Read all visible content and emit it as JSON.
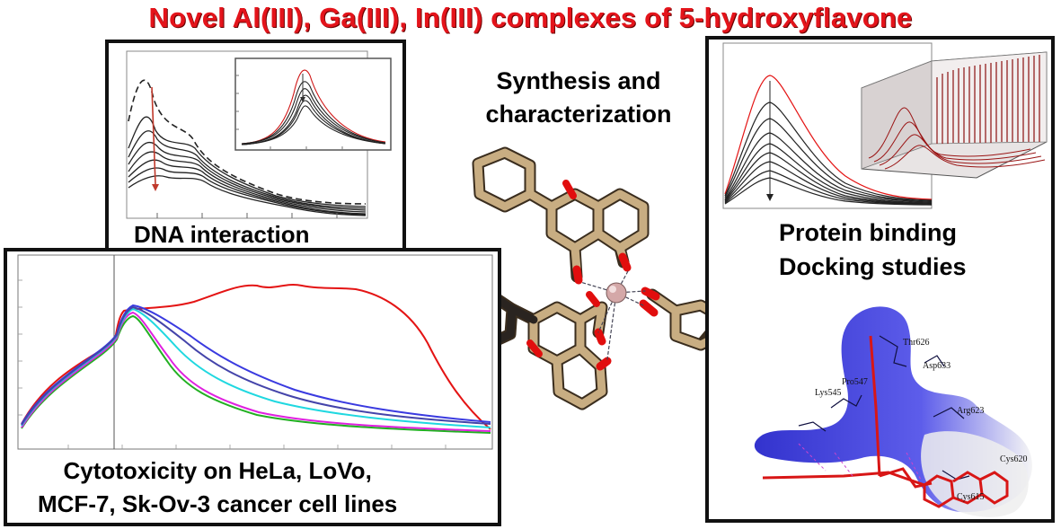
{
  "title": "Novel Al(III), Ga(III), In(III) complexes of 5-hydroxyflavone",
  "panels": {
    "dna": {
      "caption": "DNA interaction"
    },
    "synthesis": {
      "line1": "Synthesis and",
      "line2": "characterization"
    },
    "protein": {
      "line1": "Protein binding",
      "line2": "Docking studies",
      "residues": [
        "Thr626",
        "Asp633",
        "Pro547",
        "Lys545",
        "Arg623",
        "Cys620",
        "Cys615"
      ]
    },
    "cytotoxicity": {
      "line1": "Cytotoxicity on HeLa, LoVo,",
      "line2": "MCF-7, Sk-Ov-3 cancer cell lines"
    }
  },
  "colors": {
    "title": "#e4141b",
    "red_curve": "#e41414",
    "stick": "#c8ad82",
    "metal": "#c89a9a",
    "surface": "#2a2adf"
  }
}
